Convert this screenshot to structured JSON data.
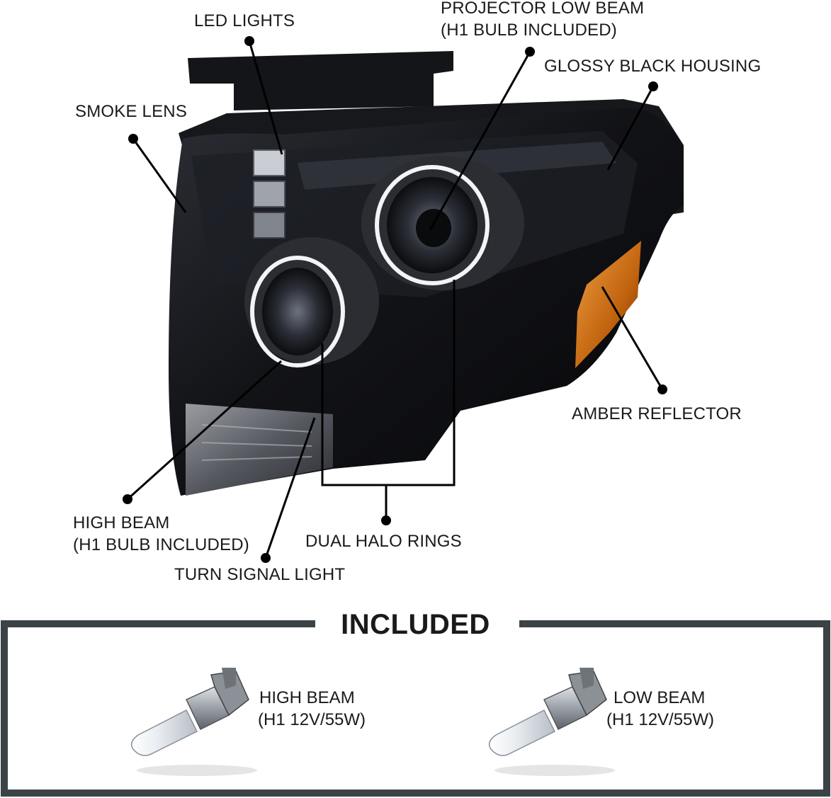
{
  "callouts": {
    "led_lights": "LED LIGHTS",
    "projector_low_beam": [
      "PROJECTOR LOW BEAM",
      "(H1 BULB INCLUDED)"
    ],
    "glossy_black_housing": "GLOSSY BLACK HOUSING",
    "smoke_lens": "SMOKE LENS",
    "amber_reflector": "AMBER REFLECTOR",
    "high_beam": [
      "HIGH BEAM",
      "(H1 BULB INCLUDED)"
    ],
    "dual_halo_rings": "DUAL HALO RINGS",
    "turn_signal_light": "TURN SIGNAL LIGHT"
  },
  "included": {
    "title": "INCLUDED",
    "items": [
      {
        "name": "HIGH BEAM",
        "spec": "(H1 12V/55W)"
      },
      {
        "name": "LOW BEAM",
        "spec": "(H1 12V/55W)"
      }
    ]
  },
  "colors": {
    "housing": "#0d0d10",
    "lens_smoke": "#2a2c33",
    "amber": "#d0741a",
    "frame": "#3c4346",
    "leader": "#000000"
  }
}
